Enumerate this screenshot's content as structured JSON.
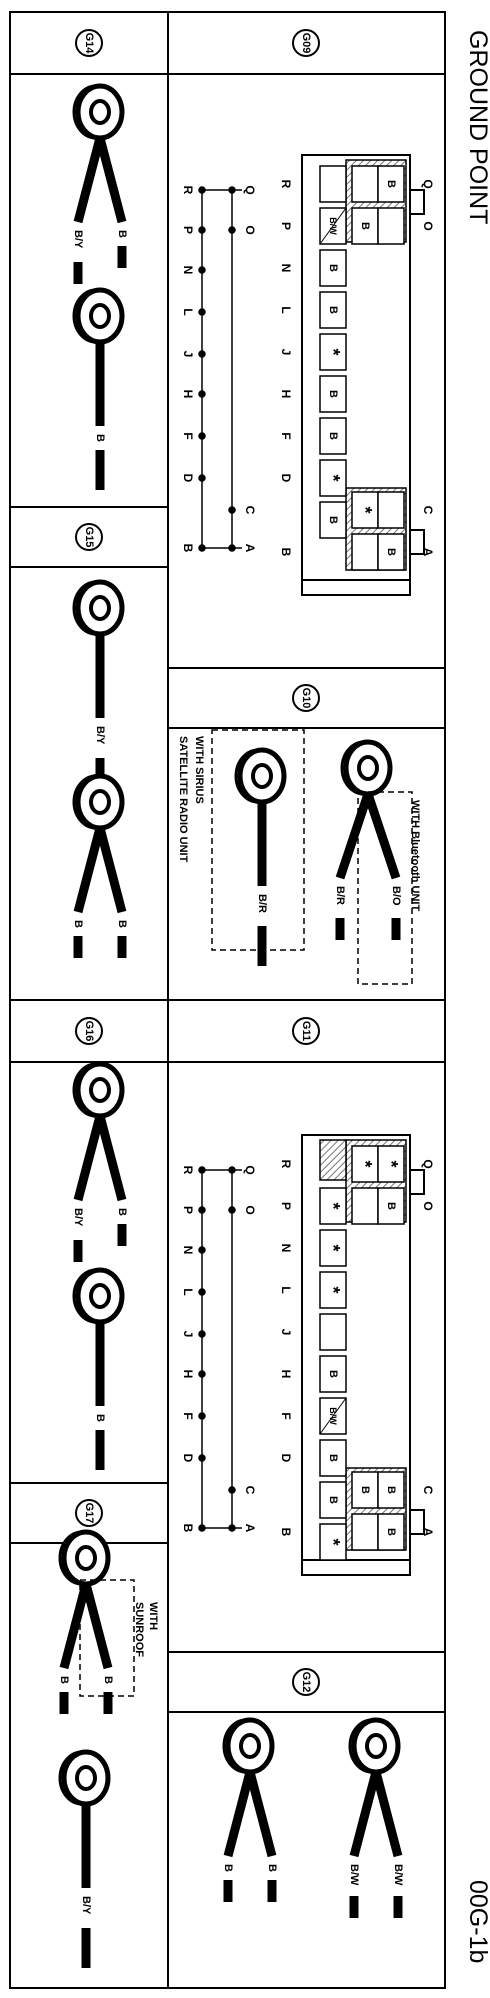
{
  "page": {
    "title": "GROUND POINT",
    "code": "00G-1b"
  },
  "colors": {
    "ink": "#000000",
    "paper": "#ffffff",
    "hatch": "#777777"
  },
  "connector_pins": {
    "top_row": [
      "Q",
      "O",
      "C",
      "A"
    ],
    "main_row": [
      "R",
      "P",
      "N",
      "L",
      "J",
      "H",
      "F",
      "D",
      "B"
    ],
    "bus_top": [
      "Q",
      "O",
      "C",
      "A"
    ],
    "bus_bottom": [
      "R",
      "P",
      "N",
      "L",
      "J",
      "H",
      "F",
      "D",
      "B"
    ]
  },
  "grounds": {
    "g09": {
      "id": "G09",
      "pins": [
        "B",
        "B",
        "B/W",
        "B",
        "B",
        "*",
        "B",
        "B",
        "*",
        "*",
        "B",
        "B"
      ]
    },
    "g10": {
      "id": "G10",
      "bluetooth_note": "WITH Bluetooth UNIT",
      "sirius_note_line1": "WITH SIRIUS",
      "sirius_note_line2": "SATELLITE RADIO UNIT",
      "wires": [
        "B/O",
        "B/R",
        "B/R"
      ]
    },
    "g11": {
      "id": "G11",
      "pins": [
        "*",
        "*",
        "B",
        "*",
        "*",
        "*",
        "B",
        "B/W",
        "B",
        "B",
        "B",
        "B",
        "*",
        "B"
      ]
    },
    "g12": {
      "id": "G12",
      "wires": [
        "B/W",
        "B/W",
        "B",
        "B"
      ]
    },
    "g14": {
      "id": "G14",
      "wires": [
        "B",
        "B/Y",
        "B"
      ]
    },
    "g15": {
      "id": "G15",
      "wires": [
        "B/Y",
        "B",
        "B"
      ]
    },
    "g16": {
      "id": "G16",
      "wires": [
        "B",
        "B/Y",
        "B"
      ]
    },
    "g17": {
      "id": "G17",
      "sunroof_note_line1": "WITH",
      "sunroof_note_line2": "SUNROOF",
      "wires": [
        "B",
        "B",
        "B/Y"
      ]
    }
  }
}
